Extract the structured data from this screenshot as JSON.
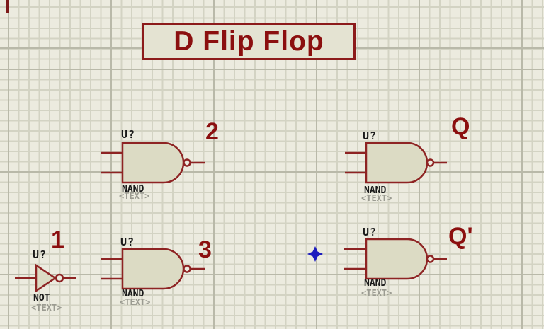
{
  "title_block": {
    "text": "D Flip Flop"
  },
  "gates": [
    {
      "id": "not-1",
      "ref": "U?",
      "type_label": "NOT",
      "placeholder": "<TEXT>",
      "annotation": "1"
    },
    {
      "id": "nand-2",
      "ref": "U?",
      "type_label": "NAND",
      "placeholder": "<TEXT>",
      "annotation": "2"
    },
    {
      "id": "nand-3",
      "ref": "U?",
      "type_label": "NAND",
      "placeholder": "<TEXT>",
      "annotation": "3"
    },
    {
      "id": "nand-q",
      "ref": "U?",
      "type_label": "NAND",
      "placeholder": "<TEXT>",
      "annotation": "Q"
    },
    {
      "id": "nand-qbar",
      "ref": "U?",
      "type_label": "NAND",
      "placeholder": "<TEXT>",
      "annotation": "Q'"
    }
  ],
  "icons": {
    "origin_marker": "four-point-star"
  },
  "colors": {
    "canvas_bg": "#ecebdf",
    "grid_minor": "#d3d3c3",
    "grid_major": "#b9b9a9",
    "component_outline": "#8e2323",
    "component_fill": "#dcdbc4",
    "label_red": "#8b0f0f",
    "component_text_black": "#1a1a1a",
    "component_text_gray": "#9b9b91",
    "marker_blue": "#1c1cbe",
    "sheet_mark_red": "#7d1a1a"
  }
}
